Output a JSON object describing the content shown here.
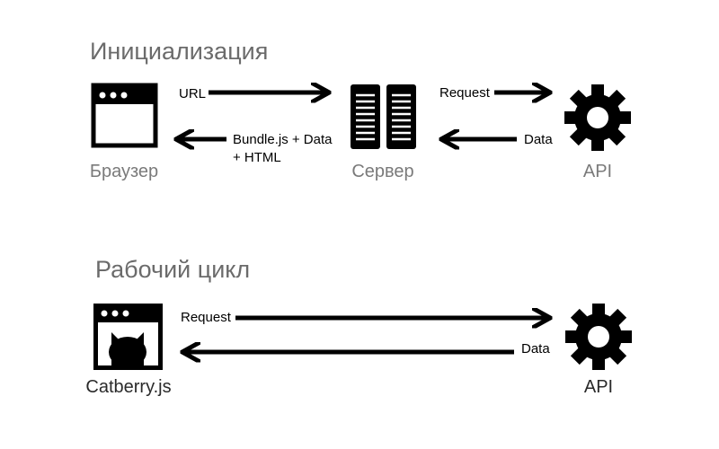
{
  "sections": {
    "init": {
      "title": "Инициализация",
      "nodes": {
        "browser": "Браузер",
        "server": "Сервер",
        "api": "API"
      },
      "edges": {
        "url": "URL",
        "bundle_line1": "Bundle.js + Data",
        "bundle_line2": "+ HTML",
        "request": "Request",
        "data": "Data"
      }
    },
    "work": {
      "title": "Рабочий цикл",
      "nodes": {
        "catberry": "Catberry.js",
        "api": "API"
      },
      "edges": {
        "request": "Request",
        "data": "Data"
      }
    }
  },
  "icons": {
    "browser": "browser-window-icon",
    "server": "server-rack-icon",
    "api": "gear-icon",
    "catberry": "cat-browser-icon"
  },
  "colors": {
    "ink": "#000000",
    "title": "#6b6b6b",
    "label": "#7a7a7a"
  }
}
